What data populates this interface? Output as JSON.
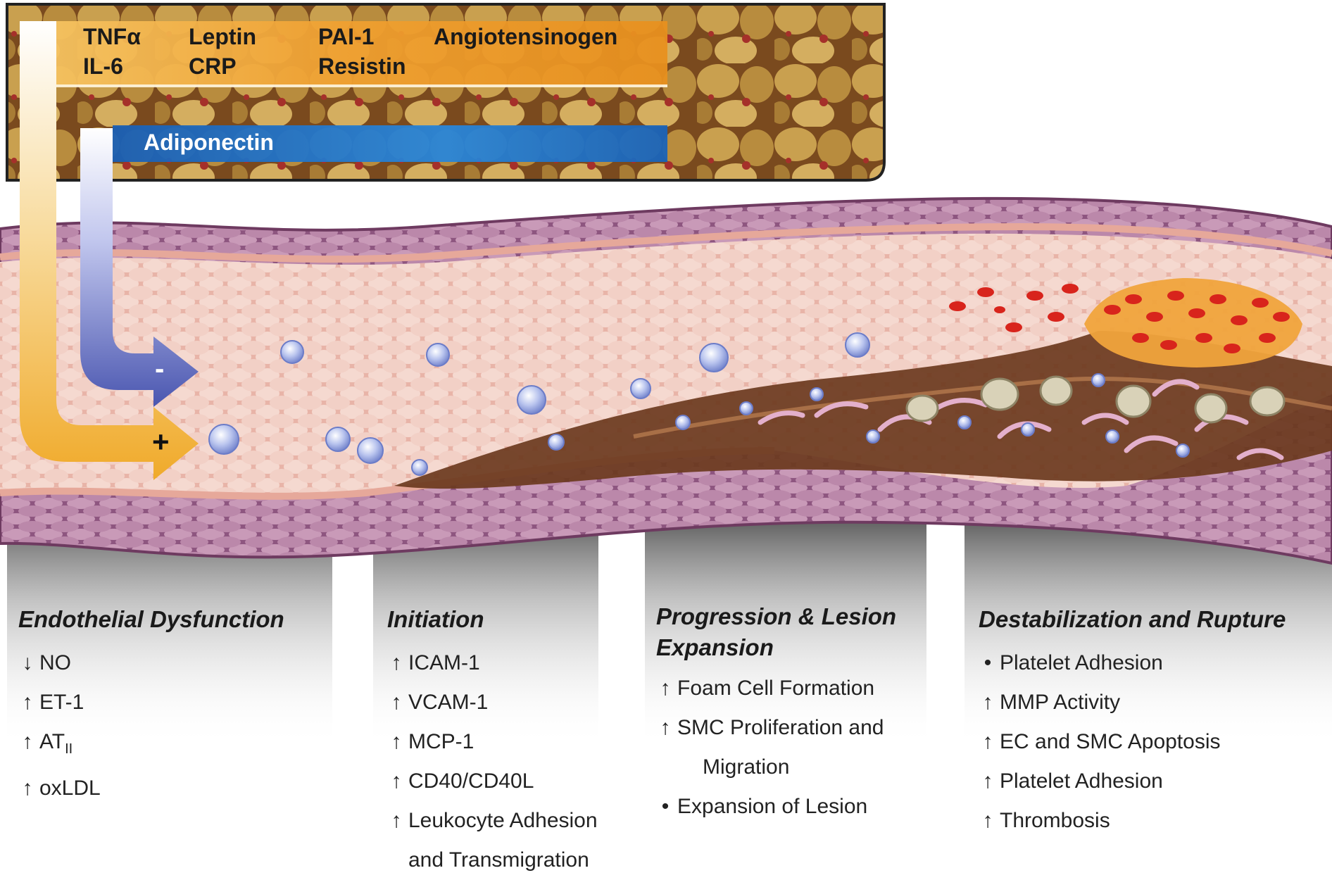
{
  "adipose_panel": {
    "row1": [
      "TNFα",
      "Leptin",
      "PAI-1",
      "Angiotensinogen"
    ],
    "row2": [
      "IL-6",
      "CRP",
      "Resistin"
    ],
    "adiponectin": "Adiponectin",
    "minus_sign": "-",
    "plus_sign": "+"
  },
  "colors": {
    "orange_band": "#f0a030",
    "blue_band": "#1a63b8",
    "vessel_wall": "#a86a92",
    "lumen": "#f1cfc4",
    "plaque": "#6b3a1e",
    "blood_red": "#d8241c",
    "arrow_blue": "#4a56b0",
    "arrow_orange": "#f0aa2a"
  },
  "sections": [
    {
      "title": "Endothelial Dysfunction",
      "items": [
        {
          "marker": "↓",
          "text": "NO"
        },
        {
          "marker": "↑",
          "text": "ET-1"
        },
        {
          "marker": "↑",
          "text": "AT",
          "sub": "II"
        },
        {
          "marker": "↑",
          "text": "oxLDL"
        }
      ]
    },
    {
      "title": "Initiation",
      "items": [
        {
          "marker": "↑",
          "text": "ICAM-1"
        },
        {
          "marker": "↑",
          "text": "VCAM-1"
        },
        {
          "marker": "↑",
          "text": "MCP-1"
        },
        {
          "marker": "↑",
          "text": "CD40/CD40L"
        },
        {
          "marker": "↑",
          "text": "Leukocyte Adhesion"
        },
        {
          "marker": "",
          "text": "and Transmigration"
        }
      ]
    },
    {
      "title_line1": "Progression & Lesion",
      "title_line2": "Expansion",
      "items": [
        {
          "marker": "↑",
          "text": "Foam Cell Formation"
        },
        {
          "marker": "↑",
          "text": "SMC Proliferation and"
        },
        {
          "marker": "",
          "text": "Migration"
        },
        {
          "marker": "•",
          "text": "Expansion of Lesion"
        }
      ]
    },
    {
      "title": "Destabilization and Rupture",
      "items": [
        {
          "marker": "•",
          "text": "Platelet Adhesion"
        },
        {
          "marker": "↑",
          "text": "MMP Activity"
        },
        {
          "marker": "↑",
          "text": "EC and SMC Apoptosis"
        },
        {
          "marker": "↑",
          "text": "Platelet Adhesion"
        },
        {
          "marker": "↑",
          "text": "Thrombosis"
        }
      ]
    }
  ]
}
